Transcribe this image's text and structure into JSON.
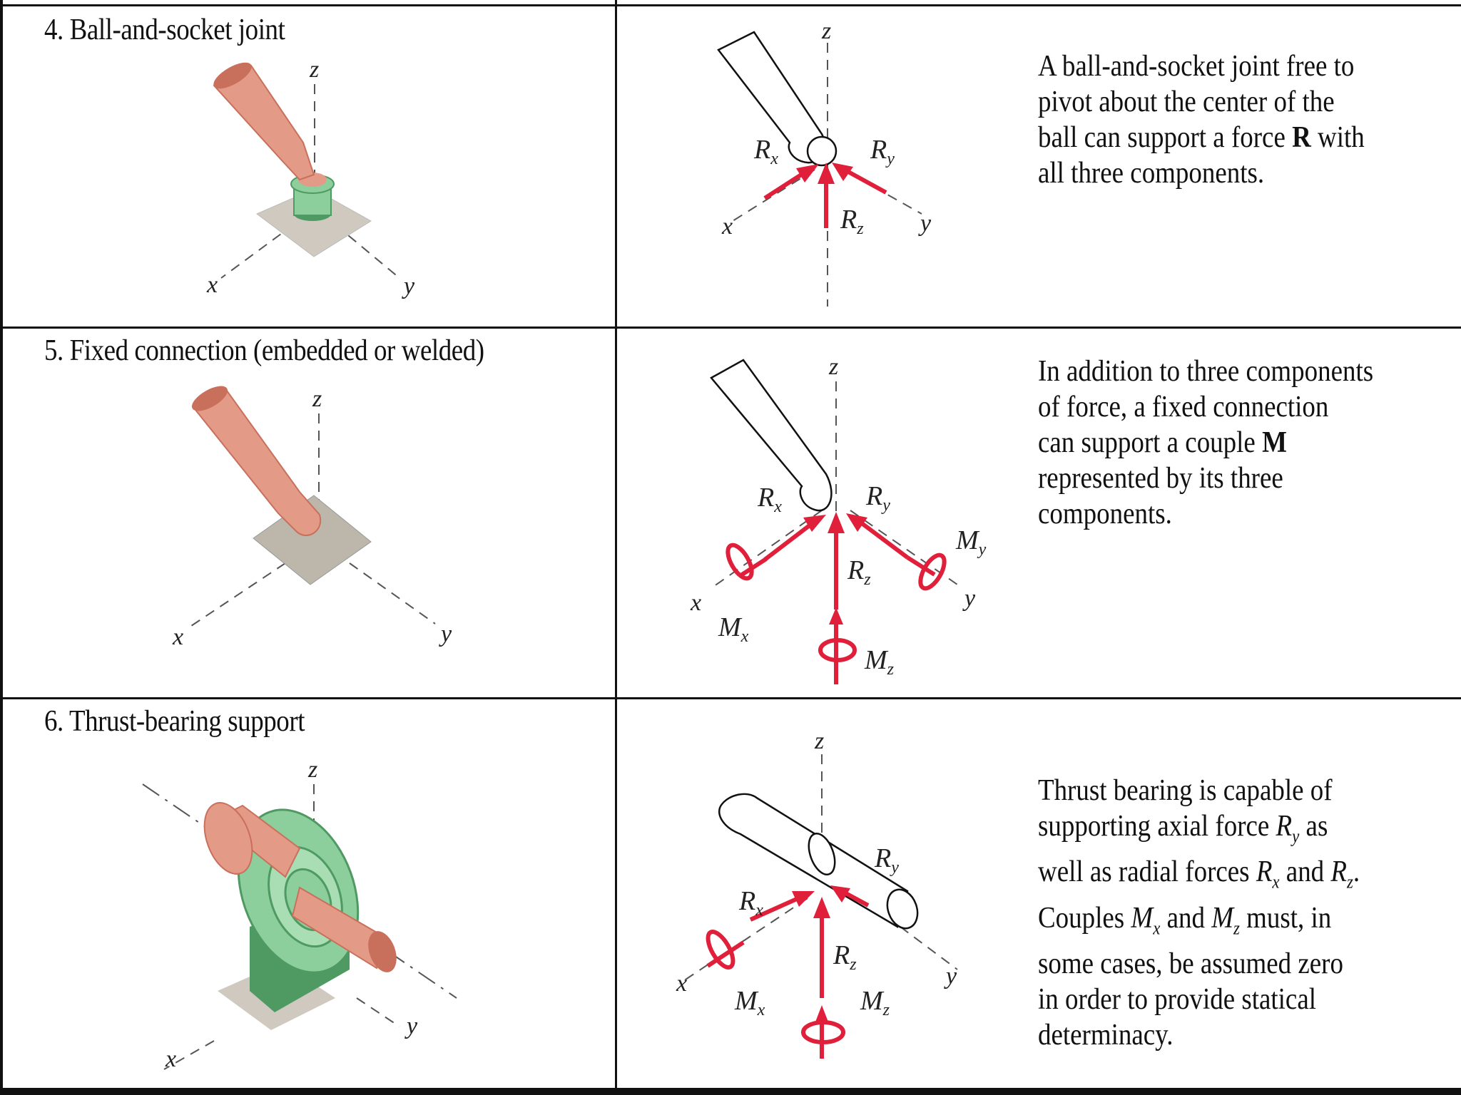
{
  "rows": [
    {
      "title": "4. Ball-and-socket joint",
      "desc_parts": [
        "A ball-and-socket joint free to\npivot about the center of the\nball can support a force ",
        "R",
        " with\nall three components."
      ],
      "labels": {
        "z": "z",
        "x": "x",
        "y": "y",
        "Rx": "R",
        "Rx_sub": "x",
        "Ry": "R",
        "Ry_sub": "y",
        "Rz": "R",
        "Rz_sub": "z"
      }
    },
    {
      "title": "5. Fixed connection (embedded or welded)",
      "desc_parts": [
        "In addition to three components\nof force, a fixed connection\ncan support a couple ",
        "M",
        "\nrepresented by its three\ncomponents."
      ],
      "labels": {
        "z": "z",
        "x": "x",
        "y": "y",
        "Rx": "R",
        "Rx_sub": "x",
        "Ry": "R",
        "Ry_sub": "y",
        "Rz": "R",
        "Rz_sub": "z",
        "Mx": "M",
        "Mx_sub": "x",
        "My": "M",
        "My_sub": "y",
        "Mz": "M",
        "Mz_sub": "z"
      }
    },
    {
      "title": "6. Thrust-bearing support",
      "desc_lines": [
        [
          {
            "t": "Thrust bearing is capable of"
          }
        ],
        [
          {
            "t": "supporting axial force "
          },
          {
            "i": "R"
          },
          {
            "s": "y"
          },
          {
            "t": " as"
          }
        ],
        [
          {
            "t": "well as radial forces "
          },
          {
            "i": "R"
          },
          {
            "s": "x"
          },
          {
            "t": " and "
          },
          {
            "i": "R"
          },
          {
            "s": "z"
          },
          {
            "t": "."
          }
        ],
        [
          {
            "t": "Couples "
          },
          {
            "i": "M"
          },
          {
            "s": "x"
          },
          {
            "t": " and "
          },
          {
            "i": "M"
          },
          {
            "s": "z"
          },
          {
            "t": " must, in"
          }
        ],
        [
          {
            "t": "some cases, be assumed zero"
          }
        ],
        [
          {
            "t": "in order to provide statical"
          }
        ],
        [
          {
            "t": "determinacy."
          }
        ]
      ],
      "labels": {
        "z": "z",
        "x": "x",
        "y": "y",
        "Rx": "R",
        "Rx_sub": "x",
        "Ry": "R",
        "Ry_sub": "y",
        "Rz": "R",
        "Rz_sub": "z",
        "Mx": "M",
        "Mx_sub": "x",
        "Mz": "M",
        "Mz_sub": "z"
      }
    }
  ],
  "colors": {
    "pipe": "#e39a86",
    "pipe_dark": "#c9705c",
    "socket": "#8ccf9c",
    "socket_dark": "#4f9a62",
    "plate": "#cfc9bf",
    "arrow": "#e0203a"
  }
}
